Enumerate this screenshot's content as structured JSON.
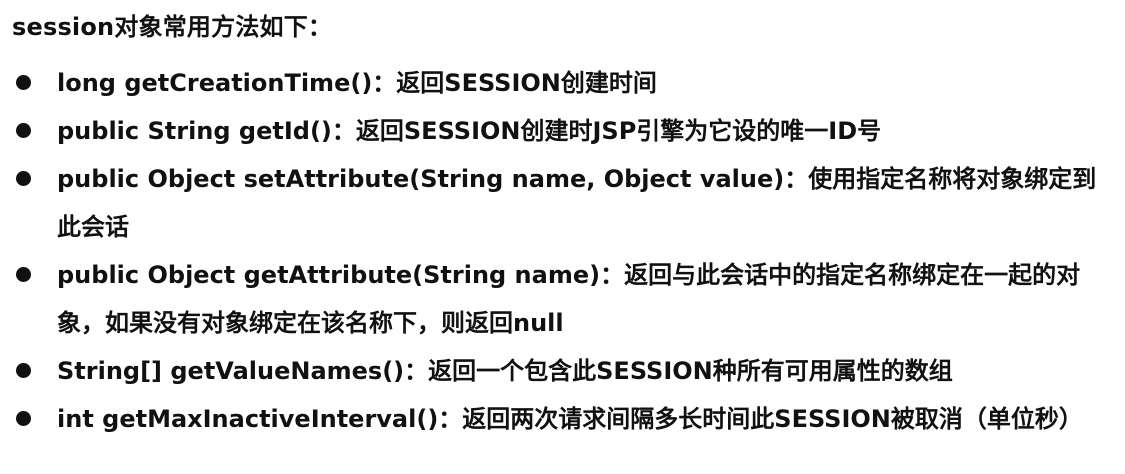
{
  "heading": "session对象常用方法如下：",
  "methods": [
    {
      "text": "long getCreationTime()：返回SESSION创建时间"
    },
    {
      "text": "public String getId()：返回SESSION创建时JSP引擎为它设的唯一ID号"
    },
    {
      "text": "public Object setAttribute(String name, Object value)：使用指定名称将对象绑定到此会话"
    },
    {
      "text": "public Object getAttribute(String name)：返回与此会话中的指定名称绑定在一起的对象，如果没有对象绑定在该名称下，则返回null"
    },
    {
      "text": "String[] getValueNames()：返回一个包含此SESSION种所有可用属性的数组"
    },
    {
      "text": "int getMaxInactiveInterval()：返回两次请求间隔多长时间此SESSION被取消（单位秒）"
    }
  ]
}
